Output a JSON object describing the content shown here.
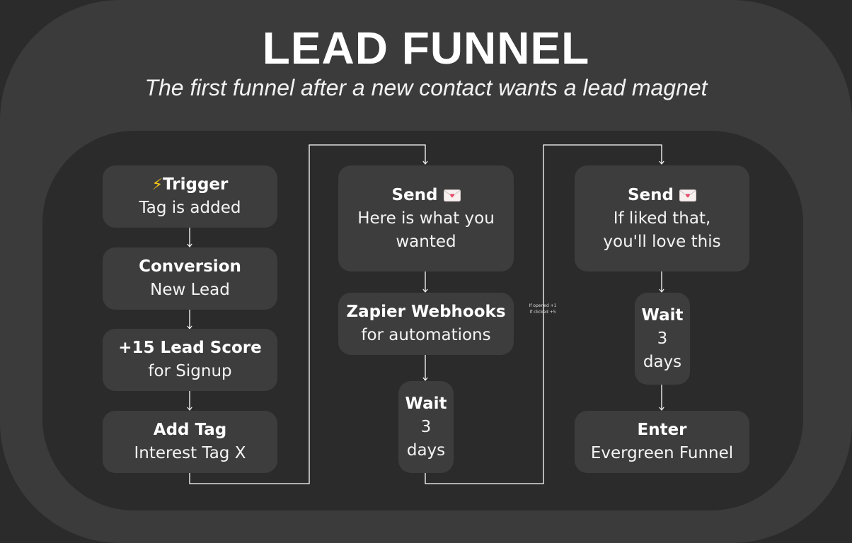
{
  "title": "LEAD FUNNEL",
  "subtitle": "The first funnel after a new contact wants a lead magnet",
  "columns": [
    {
      "steps": [
        {
          "heading": "Trigger",
          "body": "Tag is added",
          "icon": "lightning-icon"
        },
        {
          "heading": "Conversion",
          "body": "New Lead"
        },
        {
          "heading": "+15 Lead Score",
          "body": "for Signup"
        },
        {
          "heading": "Add Tag",
          "body": "Interest Tag X"
        }
      ]
    },
    {
      "steps": [
        {
          "heading": "Send",
          "body": "Here is what you wanted",
          "icon": "love-letter-icon"
        },
        {
          "heading": "Zapier Webhooks",
          "body": "for automations"
        },
        {
          "heading": "Wait",
          "body_lines": [
            "3",
            "days"
          ]
        }
      ]
    },
    {
      "steps": [
        {
          "heading": "Send",
          "body": "If liked that, you'll love this",
          "icon": "love-letter-icon"
        },
        {
          "heading": "Wait",
          "body_lines": [
            "3",
            "days"
          ]
        },
        {
          "heading": "Enter",
          "body": "Evergreen Funnel"
        }
      ]
    }
  ],
  "score_note": {
    "line1": "If opened +1",
    "line2": "If clicked +5"
  },
  "colors": {
    "outer": "#3b3b3b",
    "inner": "#2b2b2b",
    "box": "#3d3d3d",
    "connector": "#ffffff",
    "letter": "#e84a6a"
  }
}
